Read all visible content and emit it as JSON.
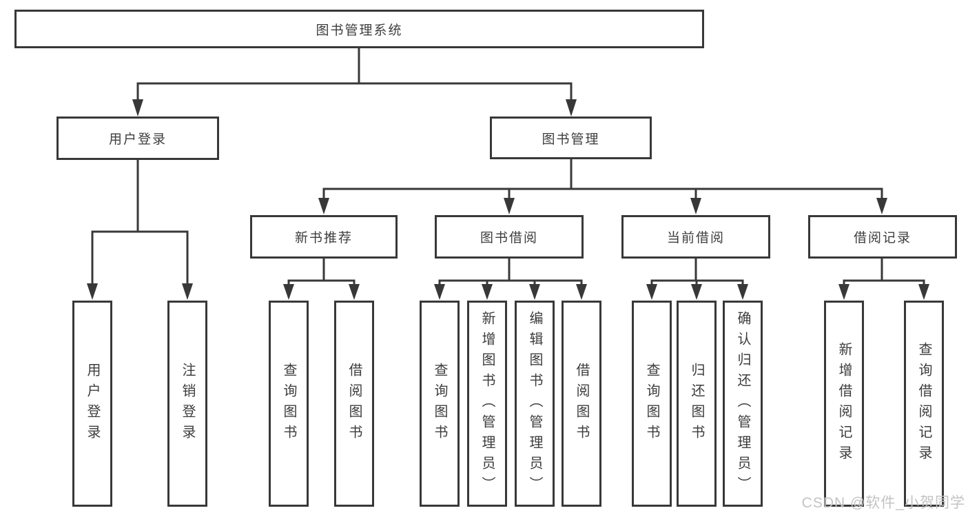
{
  "colors": {
    "line": "#383838",
    "border": "#383838",
    "text": "#3d3d3d",
    "background": "#ffffff",
    "watermark": "#c3c3c3"
  },
  "diagram": {
    "root": "图书管理系统",
    "user_login": {
      "label": "用户登录",
      "children": {
        "login": "用户登录",
        "logout": "注销登录"
      }
    },
    "book_management": {
      "label": "图书管理",
      "new_book_recommend": {
        "label": "新书推荐",
        "children": {
          "query_books": "查询图书",
          "borrow_books": "借阅图书"
        }
      },
      "book_borrow": {
        "label": "图书借阅",
        "children": {
          "query_books": "查询图书",
          "add_books_admin": "新增图书（管理员）",
          "edit_books_admin": "编辑图书（管理员）",
          "borrow_books": "借阅图书"
        }
      },
      "current_borrow": {
        "label": "当前借阅",
        "children": {
          "query_books": "查询图书",
          "return_books": "归还图书",
          "confirm_return_admin": "确认归还（管理员）"
        }
      },
      "borrow_records": {
        "label": "借阅记录",
        "children": {
          "add_borrow_record": "新增借阅记录",
          "query_borrow_record": "查询借阅记录"
        }
      }
    }
  },
  "watermark": "CSDN @软件_小贺同学"
}
